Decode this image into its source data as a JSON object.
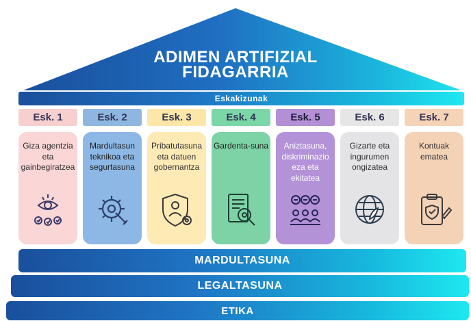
{
  "title": [
    "ADIMEN ARTIFIZIAL",
    "FIDAGARRIA"
  ],
  "requirements_label": "Eskakizunak",
  "requirements": [
    {
      "label": "Esk. 1",
      "text": "Giza agentzia eta gainbegiratzea",
      "icon": "eye-supervision-icon",
      "pill_color": "#f7cfcf",
      "card_color": "#fbd6d6",
      "text_color": "#2e2e2e",
      "icon_color": "#3a3a6a"
    },
    {
      "label": "Esk. 2",
      "text": "Mardultasun teknikoa eta segurtasuna",
      "icon": "gear-wrench-icon",
      "pill_color": "#8fb6e0",
      "card_color": "#8db8e5",
      "text_color": "#1d1d1d",
      "icon_color": "#2b3f6a"
    },
    {
      "label": "Esk. 3",
      "text": "Pribatutasuna eta datuen gobernantza",
      "icon": "shield-user-gear-icon",
      "pill_color": "#fde7a8",
      "card_color": "#fdeab5",
      "text_color": "#2e2e2e",
      "icon_color": "#3a3a3a"
    },
    {
      "label": "Esk. 4",
      "text": "Gardenta-suna",
      "icon": "document-magnifier-icon",
      "pill_color": "#7bd6a8",
      "card_color": "#7dd3a6",
      "text_color": "#1d1d1d",
      "icon_color": "#1f3d34"
    },
    {
      "label": "Esk. 5",
      "text": "Aniztasuna, diskriminazio eza eta ekitatea",
      "icon": "diverse-people-icon",
      "pill_color": "#b38fd6",
      "card_color": "#b392d8",
      "text_color": "#ffffff",
      "icon_color": "#2a2458"
    },
    {
      "label": "Esk. 6",
      "text": "Gizarte eta ingurumen ongizatea",
      "icon": "globe-leaf-icon",
      "pill_color": "#e6e6e6",
      "card_color": "#e4e4e6",
      "text_color": "#2e2e2e",
      "icon_color": "#2c3e50"
    },
    {
      "label": "Esk. 7",
      "text": "Kontuak ematea",
      "icon": "clipboard-check-icon",
      "pill_color": "#f5d3b6",
      "card_color": "#f4d2b5",
      "text_color": "#2e2e2e",
      "icon_color": "#3a3a3a"
    }
  ],
  "foundations": [
    "MARDULTASUNA",
    "LEGALTASUNA",
    "ETIKA"
  ]
}
